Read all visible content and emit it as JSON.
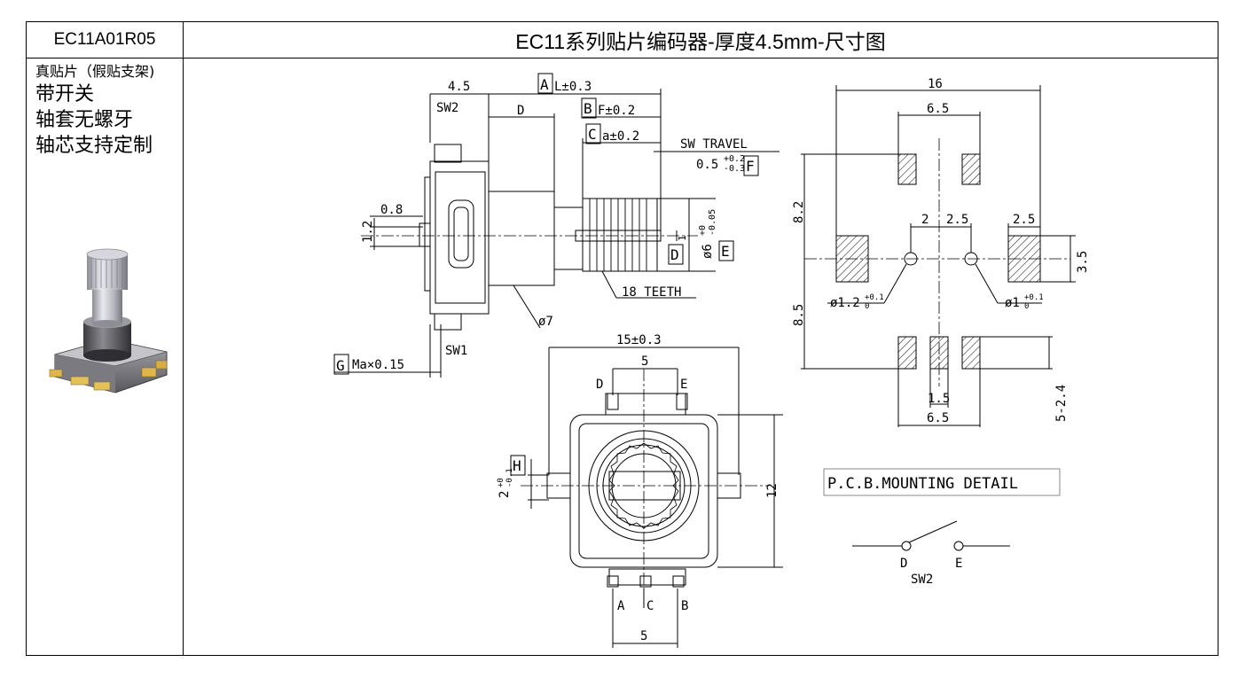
{
  "header": {
    "model": "EC11A01R05",
    "title": "EC11系列贴片编码器-厚度4.5mm-尺寸图"
  },
  "features": [
    "真贴片（假贴支架)",
    "带开关",
    "轴套无螺牙",
    "轴芯支持定制"
  ],
  "labels": {
    "sw2": "SW2",
    "sw1": "SW1",
    "dim_4_5": "4.5",
    "dim_D": "D",
    "tag_A": "A",
    "dim_A": "L±0.3",
    "tag_B": "B",
    "dim_B": "F±0.2",
    "tag_C": "C",
    "dim_C": "a±0.2",
    "sw_travel": "SW TRAVEL",
    "sw_travel_val": "0.5",
    "sw_travel_tol_hi": "+0.2",
    "sw_travel_tol_lo": "-0.3",
    "tag_F": "F",
    "dim_0_8": "0.8",
    "dim_1_2": "1.2",
    "dim_1": "1",
    "tag_D": "D",
    "tag_E": "E",
    "dim_phi6": "ø6",
    "dim_phi6_tol_hi": "+0",
    "dim_phi6_tol_lo": "-0.05",
    "teeth": "18 TEETH",
    "dim_phi7": "ø7",
    "tag_G": "G",
    "dim_G": "Ma×0.15",
    "dim_15": "15±0.3",
    "dim_5_top": "5",
    "pin_D": "D",
    "pin_E": "E",
    "tag_H": "H",
    "dim_H": "2",
    "dim_H_tol_hi": "+0",
    "dim_H_tol_lo": "-0.1",
    "dim_12": "12",
    "pin_A": "A",
    "pin_C": "C",
    "pin_B": "B",
    "dim_5_bottom": "5",
    "pcb_16": "16",
    "pcb_6_5_top": "6.5",
    "pcb_8_2": "8.2",
    "pcb_8_5": "8.5",
    "pcb_2": "2",
    "pcb_2_5_a": "2.5",
    "pcb_2_5_b": "2.5",
    "pcb_3_5": "3.5",
    "pcb_hole_big": "ø1.2",
    "pcb_hole_big_tol_hi": "+0.1",
    "pcb_hole_big_tol_lo": "0",
    "pcb_hole_small": "ø1",
    "pcb_hole_small_tol_hi": "+0.1",
    "pcb_hole_small_tol_lo": "0",
    "pcb_1_5": "1.5",
    "pcb_6_5_bottom": "6.5",
    "pcb_5_2_4": "5-2.4",
    "pcb_title": "P.C.B.MOUNTING DETAIL",
    "sch_D": "D",
    "sch_E": "E",
    "sch_sw2": "SW2"
  }
}
